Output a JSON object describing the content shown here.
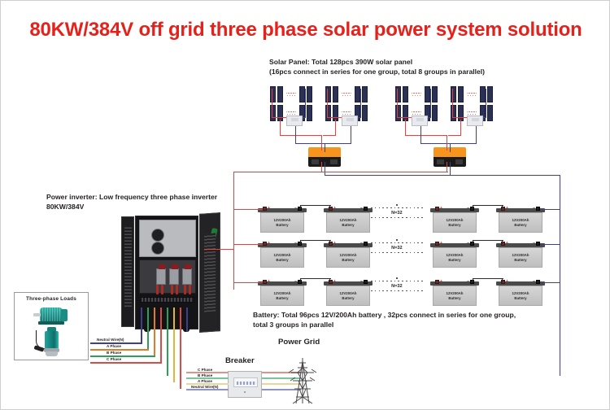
{
  "title": "80KW/384V off grid three phase solar power system solution",
  "colors": {
    "title_red": "#e5211c",
    "positive_wire": "#e8403c",
    "negative_wire": "#3f3f8c",
    "panel": "#2b3154",
    "mppt": "#f7941e",
    "load_teal": "#1fa79d"
  },
  "solar": {
    "caption_line1": "Solar Panel: Total 128pcs  390W solar panel",
    "caption_line2": "(16pcs connect in series for one group, total 8 groups in parallel)",
    "panel_group_name": "solar-panel-array",
    "combiner_name": "pv-combiner-box",
    "controller_name": "mppt-charge-controller",
    "groups": 4,
    "controllers": 2
  },
  "inverter": {
    "caption_line1": "Power inverter:  Low frequency three phase inverter",
    "caption_line2": "80KW/384V"
  },
  "battery": {
    "caption_line1": "Battery:  Total 96pcs 12V/200Ah battery , 32pcs connect in series for one group,",
    "caption_line2": "total 3 groups in parallel",
    "cell_label_line1": "12V200Ah",
    "cell_label_line2": "Battery",
    "series_marker": "N=32",
    "plus": "+",
    "minus": "−",
    "rows": 3,
    "cells_per_row": 4
  },
  "loads": {
    "box_title": "Three-phase Loads",
    "wires": [
      "Neutral Wire(N)",
      "A Phase",
      "B Phase",
      "C Phase"
    ]
  },
  "grid": {
    "breaker_label": "Breaker",
    "grid_label": "Power Grid",
    "wires": [
      "C Phase",
      "B Phase",
      "A Phase",
      "Neutral Wire(N)"
    ]
  }
}
